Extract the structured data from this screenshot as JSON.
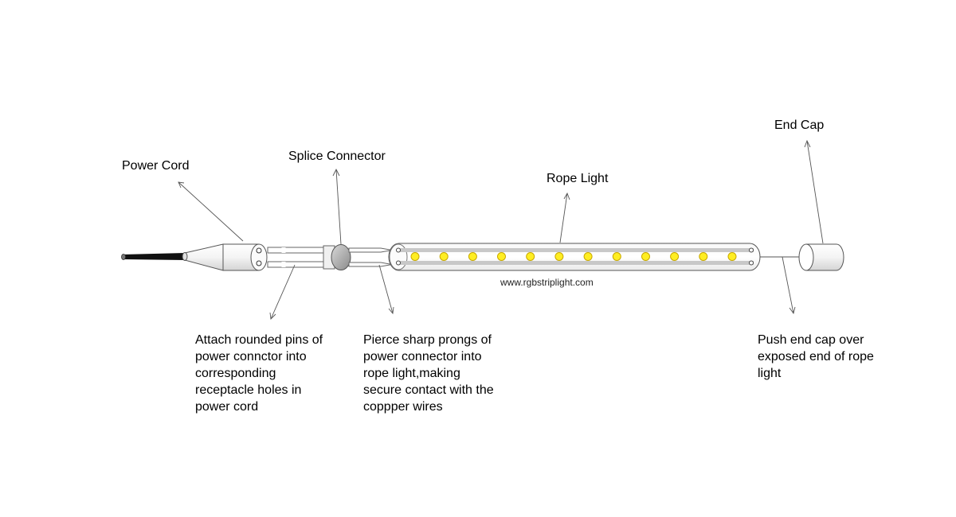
{
  "labels": {
    "power_cord": "Power Cord",
    "splice_connector": "Splice Connector",
    "rope_light": "Rope Light",
    "end_cap": "End Cap"
  },
  "notes": {
    "attach_pins": "Attach rounded pins of\npower connctor into\ncorresponding\nreceptacle holes in\npower cord",
    "pierce_prongs": "Pierce sharp prongs of\npower connector into\nrope light,making\nsecure contact with the\ncoppper wires",
    "push_end_cap": "Push end cap over\nexposed end of rope\nlight"
  },
  "watermark": "www.rgbstriplight.com",
  "led_count": 12,
  "colors": {
    "led_fill": "#ffee22",
    "led_stroke": "#c8a800",
    "copper_wire": "#c8c8c8",
    "cord": "#111111",
    "connector_body": "#a0a0a0"
  }
}
